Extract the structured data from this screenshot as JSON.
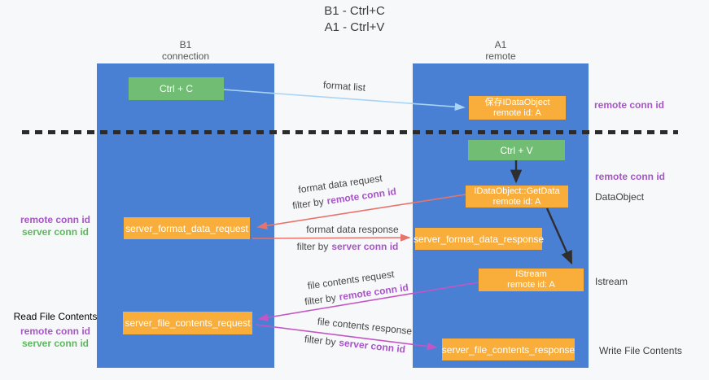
{
  "title": {
    "line1": "B1 - Ctrl+C",
    "line2": "A1 - Ctrl+V"
  },
  "lanes": {
    "b1": {
      "name": "B1",
      "subtitle": "connection"
    },
    "a1": {
      "name": "A1",
      "subtitle": "remote"
    }
  },
  "nodes": {
    "ctrl_c": {
      "label": "Ctrl + C"
    },
    "save_idataobject": {
      "line1": "保存IDataObject",
      "line2": "remote id: A"
    },
    "ctrl_v": {
      "label": "Ctrl + V"
    },
    "getdata": {
      "line1": "IDataObject::GetData",
      "line2": "remote id: A"
    },
    "server_format_data_request": {
      "label": "server_format_data_request"
    },
    "server_format_data_response": {
      "label": "server_format_data_response"
    },
    "istream": {
      "line1": "IStream",
      "line2": "remote id: A"
    },
    "server_file_contents_request": {
      "label": "server_file_contents_request"
    },
    "server_file_contents_response": {
      "label": "server_file_contents_response"
    }
  },
  "edge_labels": {
    "format_list": "format list",
    "format_data_request": "format data request",
    "format_data_response": "format data response",
    "file_contents_request": "file contents request",
    "file_contents_response": "file contents response",
    "filter_by": "filter by"
  },
  "shared": {
    "remote_conn_id": "remote conn id",
    "server_conn_id": "server conn id"
  },
  "side_labels": {
    "dataobject": "DataObject",
    "istream": "Istream",
    "read_file_contents": "Read File Contents",
    "write_file_contents": "Write File Contents"
  },
  "colors": {
    "lane_blue": "#4a80d4",
    "green_box": "#71bd74",
    "orange_box": "#f9ae3b",
    "arrow_light_blue": "#a9d5f5",
    "arrow_red": "#e8736b",
    "arrow_magenta": "#c455c4",
    "arrow_black": "#2e2e2e",
    "text_purple": "#a855c8",
    "text_green": "#5cb85c"
  }
}
